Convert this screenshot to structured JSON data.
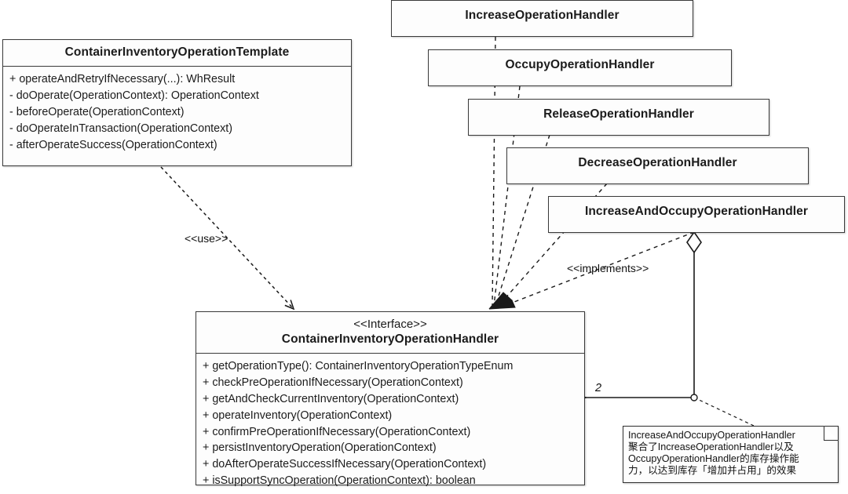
{
  "diagram": {
    "kind": "uml-class-diagram",
    "background": "#ffffff",
    "line_color": "#2e2e2e",
    "box_fill": "#fdfdfd"
  },
  "template_class": {
    "name": "ContainerInventoryOperationTemplate",
    "members": [
      "+ operateAndRetryIfNecessary(...): WhResult",
      "- doOperate(OperationContext): OperationContext",
      "- beforeOperate(OperationContext)",
      "- doOperateInTransaction(OperationContext)",
      "- afterOperateSuccess(OperationContext)"
    ]
  },
  "interface_class": {
    "stereotype": "<<Interface>>",
    "name": "ContainerInventoryOperationHandler",
    "members": [
      "+ getOperationType(): ContainerInventoryOperationTypeEnum",
      "+ checkPreOperationIfNecessary(OperationContext)",
      "+ getAndCheckCurrentInventory(OperationContext)",
      "+ operateInventory(OperationContext)",
      "+ confirmPreOperationIfNecessary(OperationContext)",
      "+ persistInventoryOperation(OperationContext)",
      "+ doAfterOperateSuccessIfNecessary(OperationContext)",
      "+ isSupportSyncOperation(OperationContext): boolean"
    ]
  },
  "handlers": [
    {
      "name": "IncreaseOperationHandler"
    },
    {
      "name": "OccupyOperationHandler"
    },
    {
      "name": "ReleaseOperationHandler"
    },
    {
      "name": "DecreaseOperationHandler"
    },
    {
      "name": "IncreaseAndOccupyOperationHandler"
    }
  ],
  "edge_labels": {
    "use": "<<use>>",
    "implements": "<<implements>>",
    "aggregation_multiplicity": "2"
  },
  "note": {
    "lines": [
      "IncreaseAndOccupyOperationHandler",
      "聚合了IncreaseOperationHandler以及",
      "OccupyOperationHandler的库存操作能",
      "力，以达到库存「增加并占用」的效果"
    ]
  }
}
